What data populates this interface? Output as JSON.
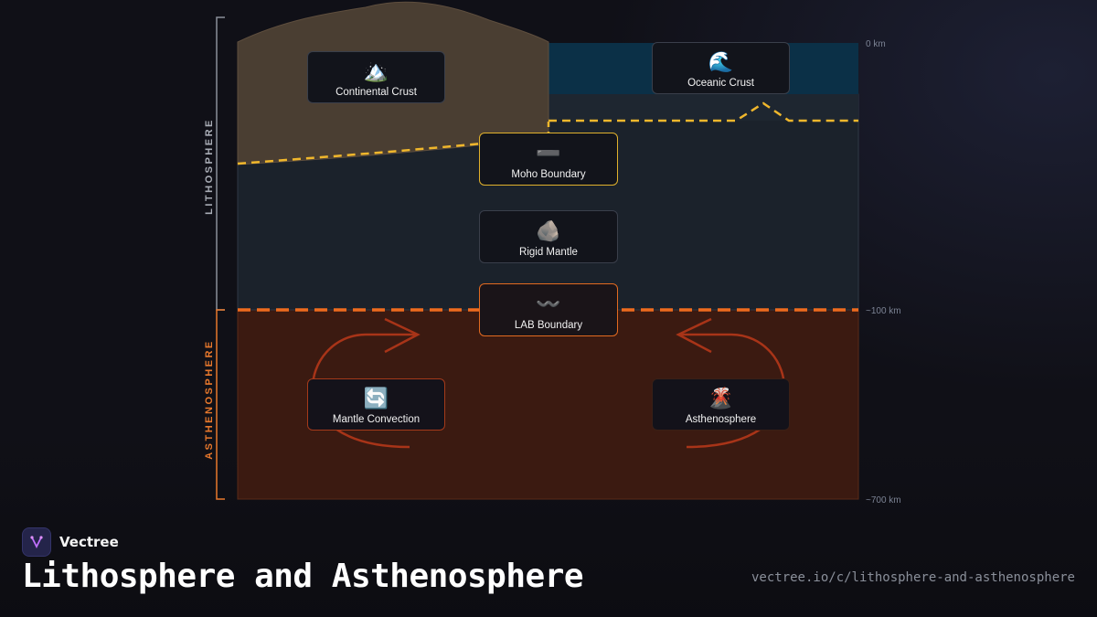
{
  "diagram": {
    "side_labels": {
      "lithosphere": "LITHOSPHERE",
      "asthenosphere": "ASTHENOSPHERE"
    },
    "depths": {
      "surface": "0 km",
      "lab": "~100 km",
      "base": "~700 km"
    },
    "nodes": {
      "continental_crust": {
        "label": "Continental Crust",
        "icon": "🏔️",
        "icon_name": "mountain-icon"
      },
      "oceanic_crust": {
        "label": "Oceanic Crust",
        "icon": "🌊",
        "icon_name": "wave-icon"
      },
      "moho": {
        "label": "Moho Boundary",
        "icon": "➖",
        "icon_name": "minus-icon"
      },
      "rigid_mantle": {
        "label": "Rigid Mantle",
        "icon": "🪨",
        "icon_name": "rock-icon"
      },
      "lab": {
        "label": "LAB Boundary",
        "icon": "〰️",
        "icon_name": "wavy-dash-icon"
      },
      "mantle_convection": {
        "label": "Mantle Convection",
        "icon": "🔄",
        "icon_name": "cycle-arrows-icon"
      },
      "asthenosphere": {
        "label": "Asthenosphere",
        "icon": "🌋",
        "icon_name": "volcano-icon"
      }
    },
    "colors": {
      "continental": "#4a3e32",
      "ocean": "#0b3047",
      "mantle": "#1b222b",
      "asthenosphere": "#3b1a11",
      "moho_line": "#f0b72c",
      "lab_line": "#ee6b1e",
      "convection_arrow": "#a83418",
      "lithosphere_label": "#a9adb6",
      "asthenosphere_label": "#e8782c"
    }
  },
  "footer": {
    "brand": "Vectree",
    "title": "Lithosphere and Asthenosphere",
    "url": "vectree.io/c/lithosphere-and-asthenosphere"
  }
}
